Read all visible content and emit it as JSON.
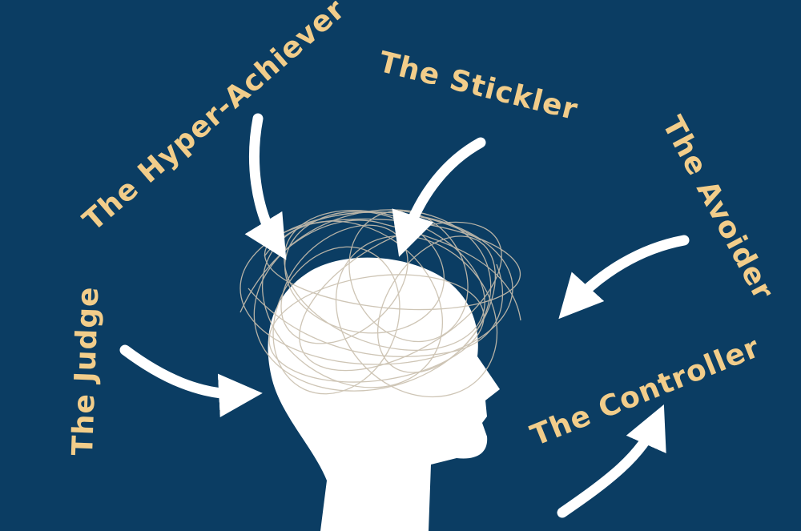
{
  "labels": {
    "hyper_achiever": "The Hyper-Achiever",
    "stickler": "The Stickler",
    "avoider": "The Avoider",
    "judge": "The Judge",
    "controller": "The Controller"
  },
  "colors": {
    "background": "#0b3d63",
    "label_text": "#f2cd8a",
    "head": "#ffffff",
    "scribble": "#c9bfae",
    "arrow": "#ffffff"
  },
  "icons": {
    "head": "head-silhouette-icon",
    "scribble": "tangled-thoughts-icon",
    "arrow": "curved-arrow-icon"
  }
}
